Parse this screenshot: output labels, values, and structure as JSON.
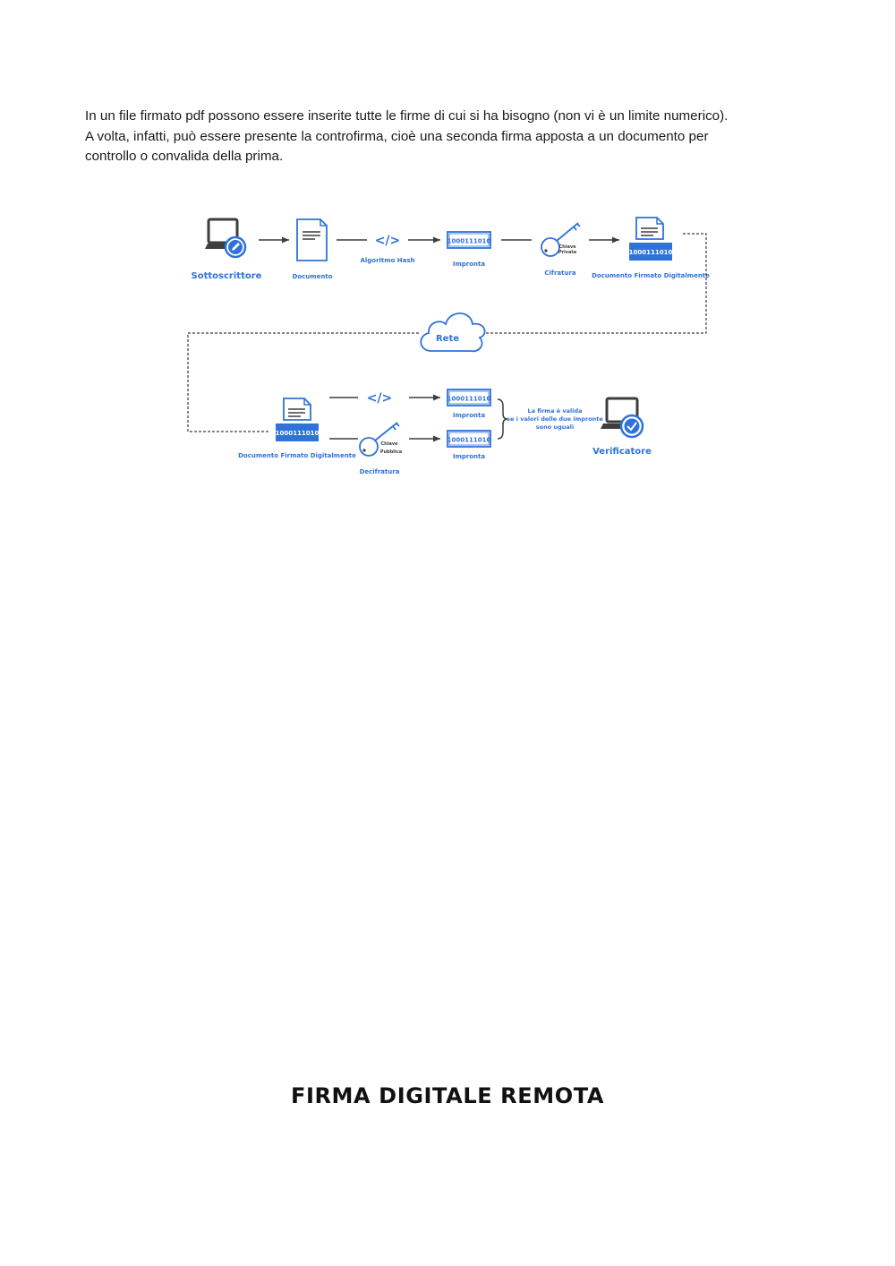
{
  "intro": {
    "line1": "In un file firmato pdf possono essere inserite tutte le firme di cui si ha bisogno (non vi è un limite numerico).",
    "line2": "A volta, infatti, può essere presente la controfirma, cioè una seconda firma apposta a un documento per",
    "line3": "controllo o convalida della prima."
  },
  "diagram": {
    "signer": "Sottoscrittore",
    "document": "Documento",
    "hash_algorithm": "Algoritmo Hash",
    "hash_symbol": "</>",
    "digest": "Impronta",
    "digest_value": "1000111010",
    "private_key_line1": "Chiave",
    "private_key_line2": "Privata",
    "encryption": "Cifratura",
    "signed_document": "Documento Firmato Digitalmente",
    "network": "Rete",
    "public_key_line1": "Chiave",
    "public_key_line2": "Pubblica",
    "decryption": "Decifratura",
    "valid_line1": "La firma è valida",
    "valid_line2": "se i valori delle due impronte",
    "valid_line3": "sono uguali",
    "verifier": "Verificatore"
  },
  "section_title": "FIRMA DIGITALE REMOTA",
  "colors": {
    "accent": "#2f73d9",
    "dark": "#3d3d3d"
  }
}
